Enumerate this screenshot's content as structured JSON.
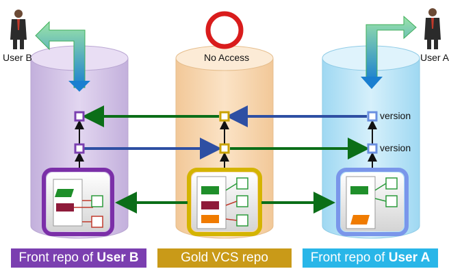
{
  "users": {
    "b": {
      "label": "User B"
    },
    "a": {
      "label": "User A"
    }
  },
  "gold": {
    "no_access_label": "No Access"
  },
  "versions": {
    "top_label": "version",
    "bottom_label": "version"
  },
  "banners": {
    "user_b": {
      "prefix": "Front repo of ",
      "name": "User B",
      "color": "#7b3fb0"
    },
    "gold": {
      "text": "Gold VCS repo",
      "color": "#c99a18"
    },
    "user_a": {
      "prefix": "Front repo of ",
      "name": "User A",
      "color": "#29b6e8"
    }
  },
  "colors": {
    "purple_cylinder": "#d8c8ea",
    "peach_cylinder": "#f8d8b0",
    "blue_cylinder": "#bfe6f6",
    "green_arrow": "#0b6e18",
    "blue_arrow": "#2e4fa3"
  }
}
